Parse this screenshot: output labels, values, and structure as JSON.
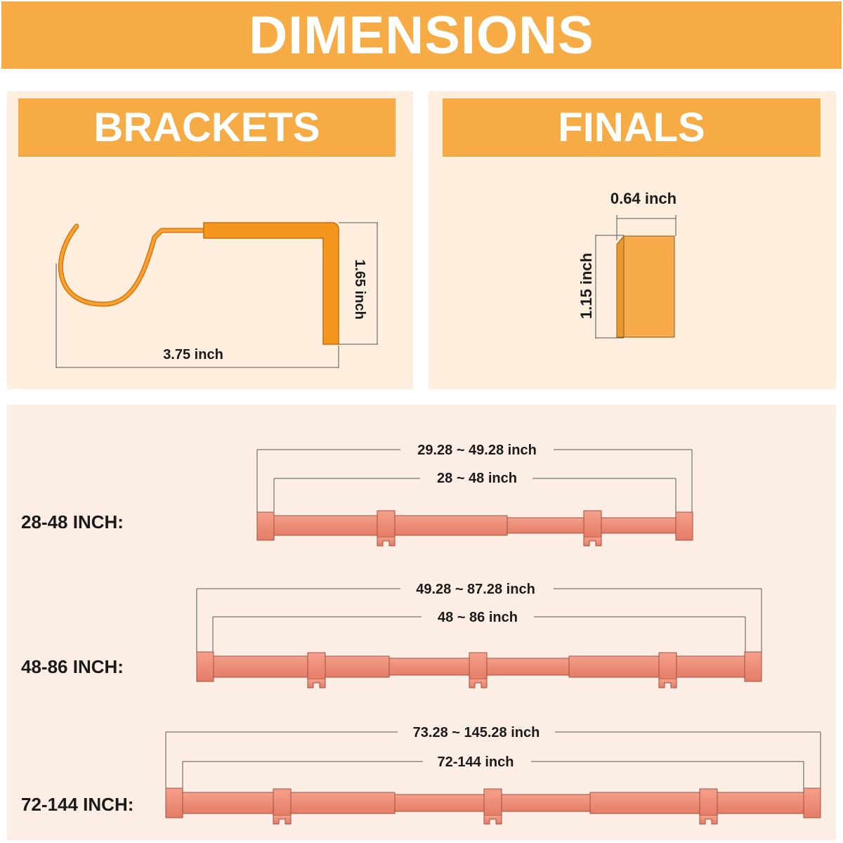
{
  "header": {
    "title": "DIMENSIONS"
  },
  "brackets": {
    "title": "BRACKETS",
    "height_label": "1.65 inch",
    "width_label": "3.75 inch"
  },
  "finals": {
    "title": "FINALS",
    "width_label": "0.64 inch",
    "height_label": "1.15 inch"
  },
  "rods": [
    {
      "label": "28-48 INCH:",
      "outer_dim": "29.28 ~ 49.28 inch",
      "inner_dim": "28 ~ 48 inch"
    },
    {
      "label": "48-86 INCH:",
      "outer_dim": "49.28 ~ 87.28 inch",
      "inner_dim": "48 ~ 86 inch"
    },
    {
      "label": "72-144 INCH:",
      "outer_dim": "73.28 ~ 145.28 inch",
      "inner_dim": "72-144 inch"
    }
  ],
  "colors": {
    "accent": "#f6ab45",
    "panel": "#fdeedd",
    "rod": "#ee8a73",
    "bracket": "#f7961c"
  }
}
